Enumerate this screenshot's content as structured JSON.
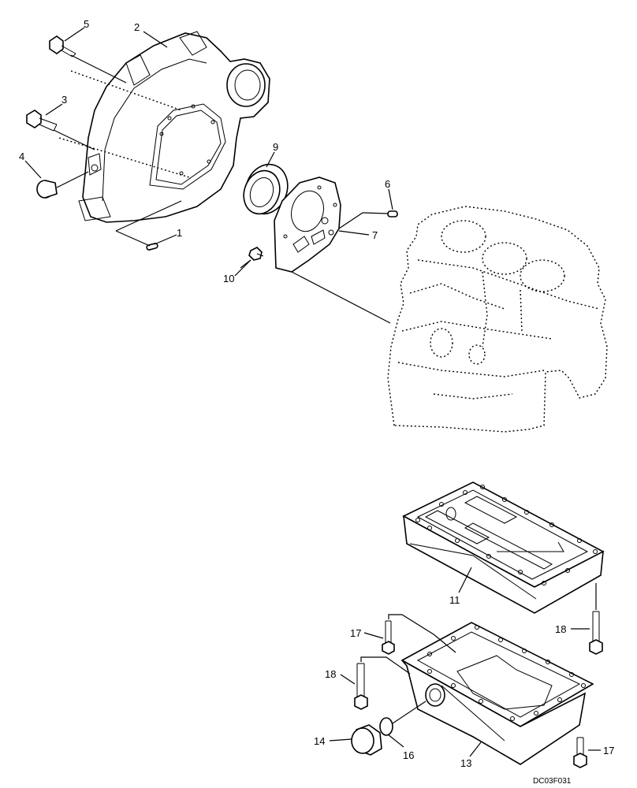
{
  "callouts": {
    "c1": "1",
    "c2": "2",
    "c3": "3",
    "c4": "4",
    "c5": "5",
    "c6": "6",
    "c7": "7",
    "c9": "9",
    "c10": "10",
    "c11": "11",
    "c13": "13",
    "c14": "14",
    "c16": "16",
    "c17a": "17",
    "c17b": "17",
    "c18a": "18",
    "c18b": "18"
  },
  "drawing_code": "DC03F031"
}
